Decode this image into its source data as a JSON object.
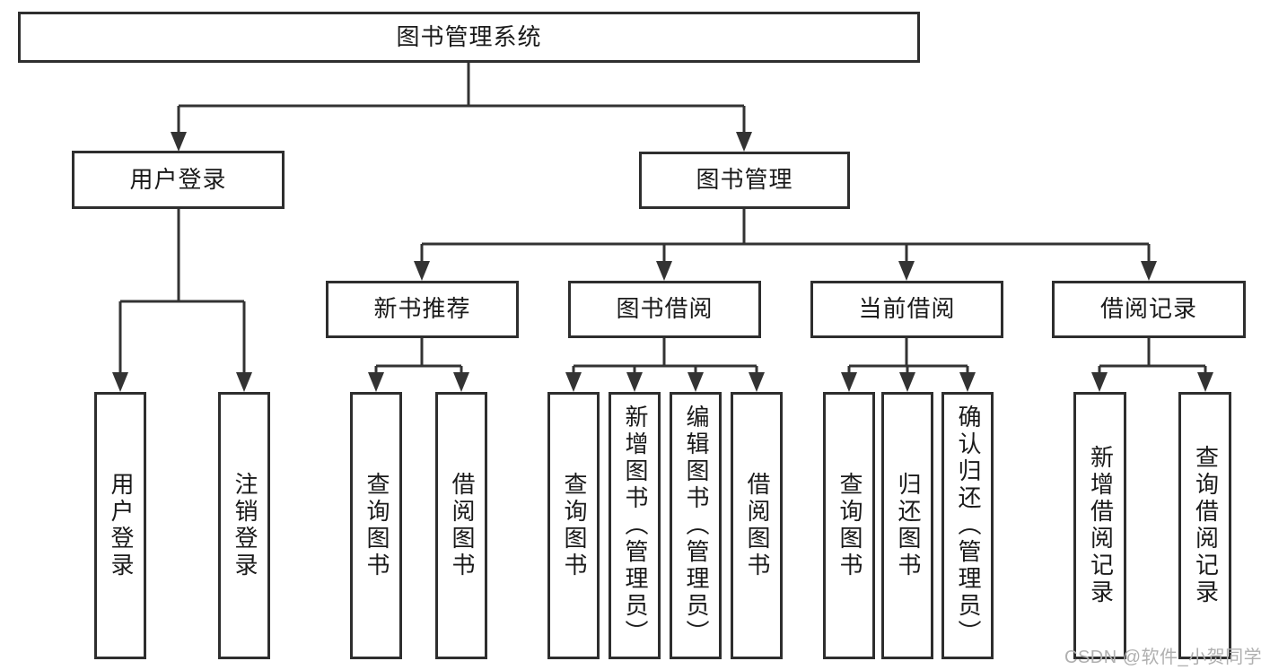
{
  "tree": {
    "label": "图书管理系统",
    "children": [
      {
        "label": "用户登录",
        "children": [
          {
            "label": "用户登录"
          },
          {
            "label": "注销登录"
          }
        ]
      },
      {
        "label": "图书管理",
        "children": [
          {
            "label": "新书推荐",
            "children": [
              {
                "label": "查询图书"
              },
              {
                "label": "借阅图书"
              }
            ]
          },
          {
            "label": "图书借阅",
            "children": [
              {
                "label": "查询图书"
              },
              {
                "label": "新增图书（管理员）"
              },
              {
                "label": "编辑图书（管理员）"
              },
              {
                "label": "借阅图书"
              }
            ]
          },
          {
            "label": "当前借阅",
            "children": [
              {
                "label": "查询图书"
              },
              {
                "label": "归还图书"
              },
              {
                "label": "确认归还（管理员）"
              }
            ]
          },
          {
            "label": "借阅记录",
            "children": [
              {
                "label": "新增借阅记录"
              },
              {
                "label": "查询借阅记录"
              }
            ]
          }
        ]
      }
    ]
  },
  "watermark": {
    "text": "CSDN @软件_小贺同学",
    "color": "#b0b0b0"
  },
  "colors": {
    "line": "#333333",
    "box_border": "#2e2e2e",
    "text": "#1a1a1a",
    "background": "#ffffff"
  }
}
